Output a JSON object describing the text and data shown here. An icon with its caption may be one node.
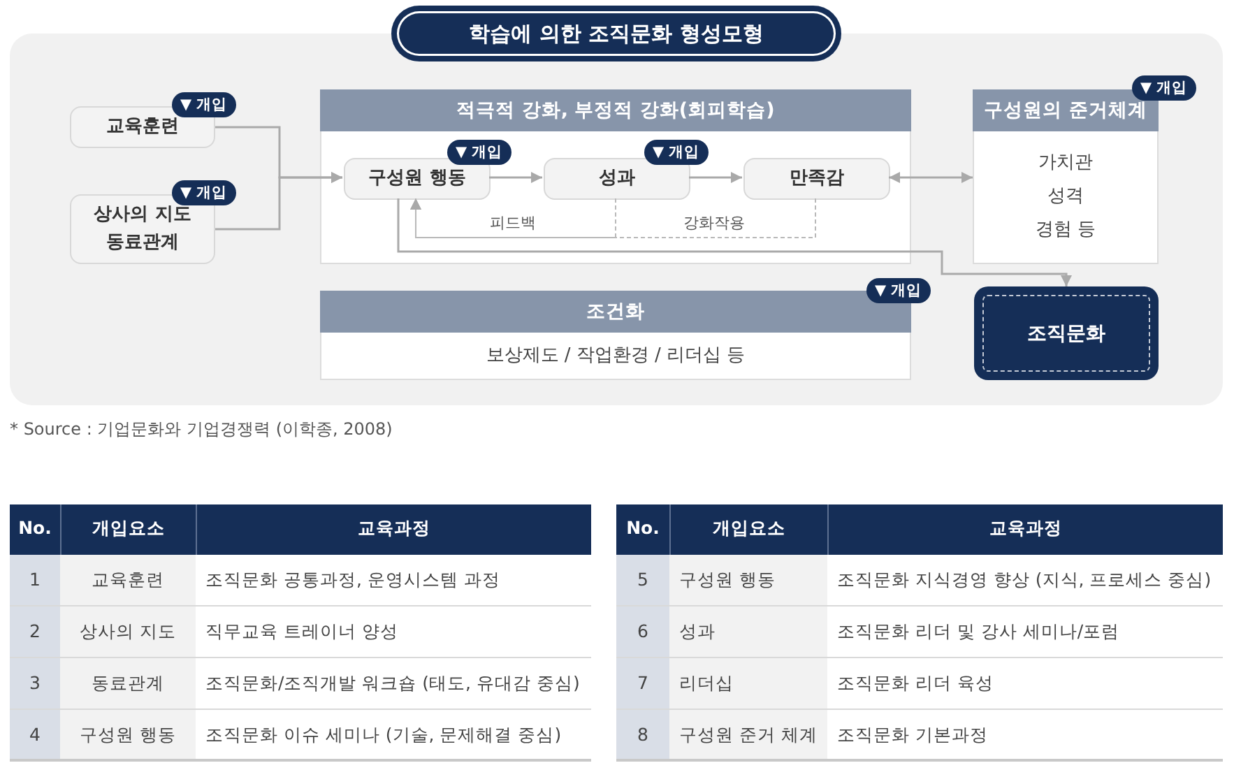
{
  "diagram": {
    "title": "학습에 의한 조직문화 형성모형",
    "caption": "* Source : 기업문화와 기업경쟁력 (이학종, 2008)",
    "nodes": [
      {
        "text": [
          "교육훈련"
        ],
        "beside": [
          "▼ 개입"
        ]
      },
      {
        "text": [
          "상사의 지도 동료관계"
        ],
        "beside": [
          "▼ 개입"
        ]
      },
      {
        "text": [
          "적극적 강화, 부정적 강화(회피학습)"
        ]
      },
      {
        "text": [
          "구성원 행동"
        ],
        "in": 2,
        "beside": [
          "▼ 개입"
        ]
      },
      {
        "text": [
          "성과"
        ],
        "in": 2,
        "beside": [
          "▼ 개입"
        ]
      },
      {
        "text": [
          "만족감"
        ],
        "in": 2
      },
      {
        "text": [
          "구성원의 준거체계",
          "가치관 성격 경험 등"
        ],
        "beside": [
          "▼ 개입"
        ]
      },
      {
        "text": [
          "조건화",
          "보상제도 / 작업환경 / 리더십 등"
        ],
        "beside": [
          "▼ 개입"
        ]
      },
      {
        "text": [
          "조직문화"
        ]
      }
    ],
    "edges": [
      {
        "from": 0,
        "to": 3,
        "arrow": "to"
      },
      {
        "from": 1,
        "to": 3,
        "arrow": "to"
      },
      {
        "from": 3,
        "to": 4,
        "arrow": "to"
      },
      {
        "from": 4,
        "to": 5,
        "arrow": "to"
      },
      {
        "from": 5,
        "to": 6,
        "arrow": "both"
      },
      {
        "from": 4,
        "to": 3,
        "arrow": "to",
        "label": "피드백",
        "style": "dashed"
      },
      {
        "from": 5,
        "to": 3,
        "arrow": "to",
        "label": "강화작용",
        "style": "dashed"
      },
      {
        "from": 3,
        "to": 8,
        "arrow": "to"
      }
    ],
    "labels": [
      "No.",
      "개입요소",
      "교육과정",
      "1",
      "교육훈련",
      "조직문화 공통과정, 운영시스템 과정",
      "2",
      "상사의 지도",
      "직무교육 트레이너 양성",
      "3",
      "동료관계",
      "조직문화/조직개발 워크숍 (태도, 유대감 중심)",
      "4",
      "구성원 행동",
      "조직문화 이슈 세미나 (기술, 문제해결 중심)",
      "No.",
      "개입요소",
      "교육과정",
      "5",
      "구성원 행동",
      "조직문화 지식경영 향상 (지식, 프로세스 중심)",
      "6",
      "성과",
      "조직문화 리더 및 강사 세미나/포럼",
      "7",
      "리더십",
      "조직문화 리더 육성",
      "8",
      "구성원 준거 체계",
      "조직문화 기본과정"
    ]
  }
}
